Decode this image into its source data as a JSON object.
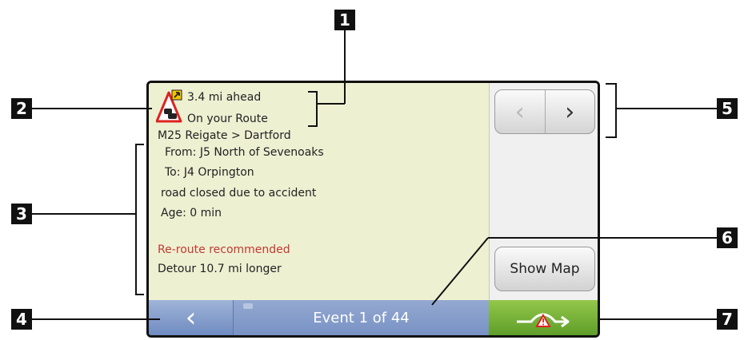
{
  "event": {
    "distance": "3.4 mi ahead",
    "route_status": "On your Route",
    "road": "M25 Reigate > Dartford",
    "from": "From: J5 North of Sevenoaks",
    "to": "To: J4 Orpington",
    "description": "road closed due to accident",
    "age": "Age: 0 min",
    "recommendation": "Re-route recommended",
    "detour": "Detour 10.7 mi longer"
  },
  "nav": {
    "prev_glyph": "‹",
    "next_glyph": "›"
  },
  "buttons": {
    "show_map": "Show Map",
    "back_glyph": "‹"
  },
  "footer": {
    "event_counter": "Event 1 of 44"
  },
  "callouts": [
    "1",
    "2",
    "3",
    "4",
    "5",
    "6",
    "7"
  ],
  "icons": [
    "traffic-warning-icon",
    "chevron-left-icon",
    "chevron-right-icon",
    "back-chevron-icon",
    "detour-route-icon"
  ],
  "colors": {
    "panel_bg": "#eef0d2",
    "alert_red": "#c03a32",
    "bar_blue": "#7892c4",
    "detour_green": "#6fae34"
  }
}
